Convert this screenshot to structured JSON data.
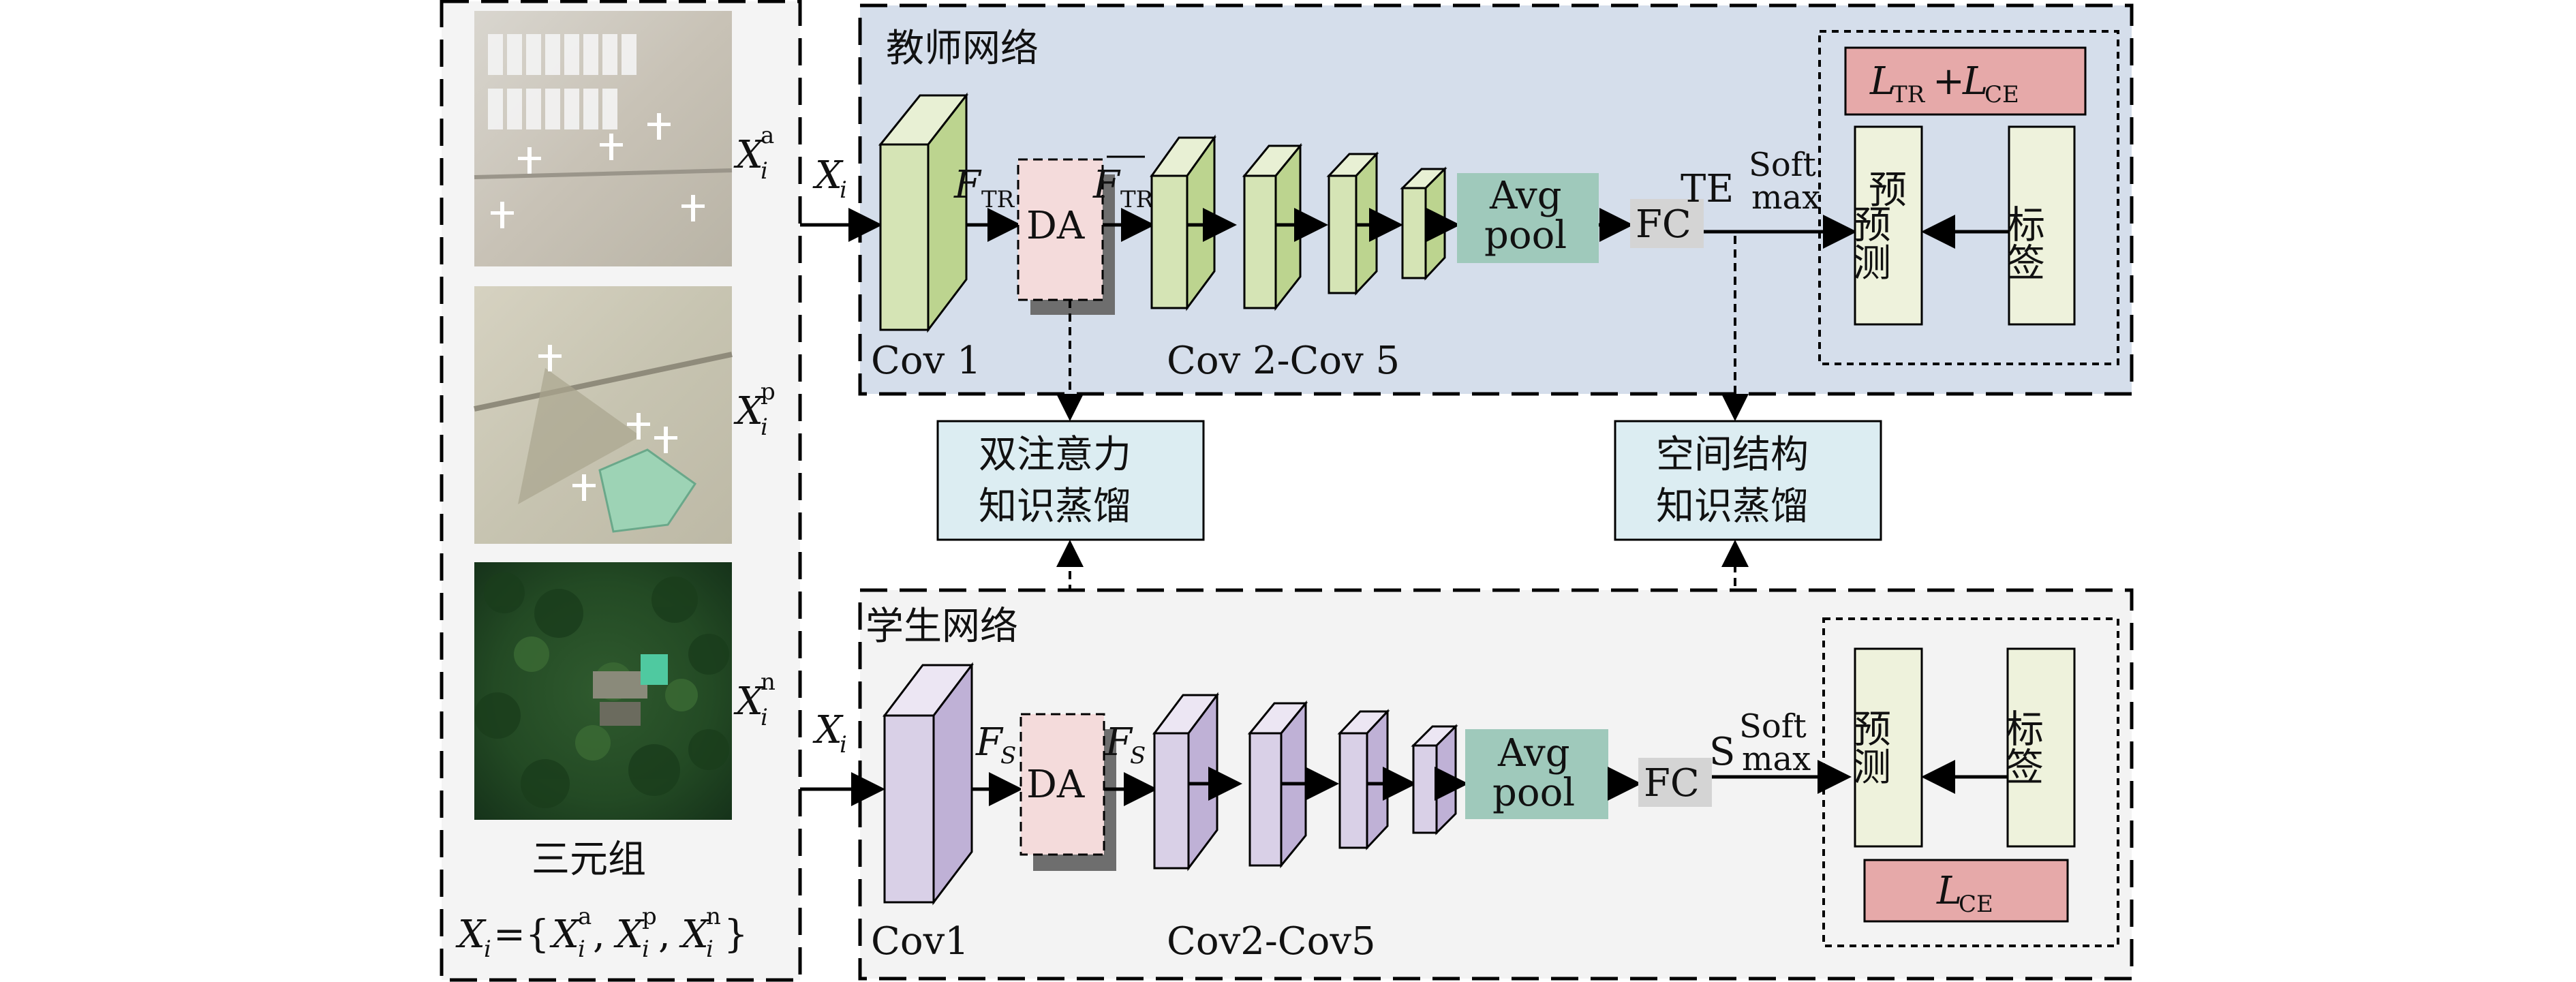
{
  "triplet": {
    "title": "三元组",
    "formula": {
      "lhs": "X",
      "lhs_sub": "i",
      "eq": "={",
      "x1": "X",
      "x1_sub": "i",
      "x1_sup": "a",
      "x2": "X",
      "x2_sub": "i",
      "x2_sup": "p",
      "x3": "X",
      "x3_sub": "i",
      "x3_sup": "n",
      "close": "}"
    },
    "anchor_label": {
      "base": "X",
      "sub": "i",
      "sup": "a"
    },
    "positive_label": {
      "base": "X",
      "sub": "i",
      "sup": "p"
    },
    "negative_label": {
      "base": "X",
      "sub": "i",
      "sup": "n"
    }
  },
  "teacher": {
    "title": "教师网络",
    "input_label": {
      "base": "X",
      "sub": "i"
    },
    "conv1_label": "Cov 1",
    "conv25_label": "Cov 2-Cov 5",
    "feature_in": {
      "base": "F",
      "sub": "TR"
    },
    "feature_out": {
      "base": "F",
      "sub": "TR"
    },
    "da_label": "DA",
    "avgpool_line1": "Avg",
    "avgpool_line2": "pool",
    "fc_label": "FC",
    "te_label": "TE",
    "softmax_line1": "Soft",
    "softmax_line2": "max",
    "loss": {
      "l1": "L",
      "l1_sub": "TR",
      "plus": "+",
      "l2": "L",
      "l2_sub": "CE"
    },
    "predict_label": "预测",
    "gt_label": "标签"
  },
  "student": {
    "title": "学生网络",
    "input_label": {
      "base": "X",
      "sub": "i"
    },
    "conv1_label": "Cov1",
    "conv25_label": "Cov2-Cov5",
    "feature_in": {
      "base": "F",
      "sub": "S"
    },
    "feature_out": {
      "base": "F",
      "sub": "S"
    },
    "da_label": "DA",
    "avgpool_line1": "Avg",
    "avgpool_line2": "pool",
    "fc_label": "FC",
    "s_label": "S",
    "softmax_line1": "Soft",
    "softmax_line2": "max",
    "loss": {
      "l1": "L",
      "l1_sub": "CE"
    },
    "predict_label": "预测",
    "gt_label": "标签"
  },
  "distill": {
    "dual_attention_line1": "双注意力",
    "dual_attention_line2": "知识蒸馏",
    "spatial_line1": "空间结构",
    "spatial_line2": "知识蒸馏"
  },
  "colors": {
    "teacher_bg": "#d5deeb",
    "student_bg": "#f3f3f3",
    "teacher_block": "#d5e4b5",
    "student_block": "#d9d0e7",
    "da_fill": "#f4dbdb",
    "avgpool_fill": "#9fc9bb",
    "fc_fill": "#d4d4d4",
    "loss_fill": "#e6a9a9",
    "pred_fill": "#eef2dc",
    "distill_fill": "#dcedf2"
  }
}
